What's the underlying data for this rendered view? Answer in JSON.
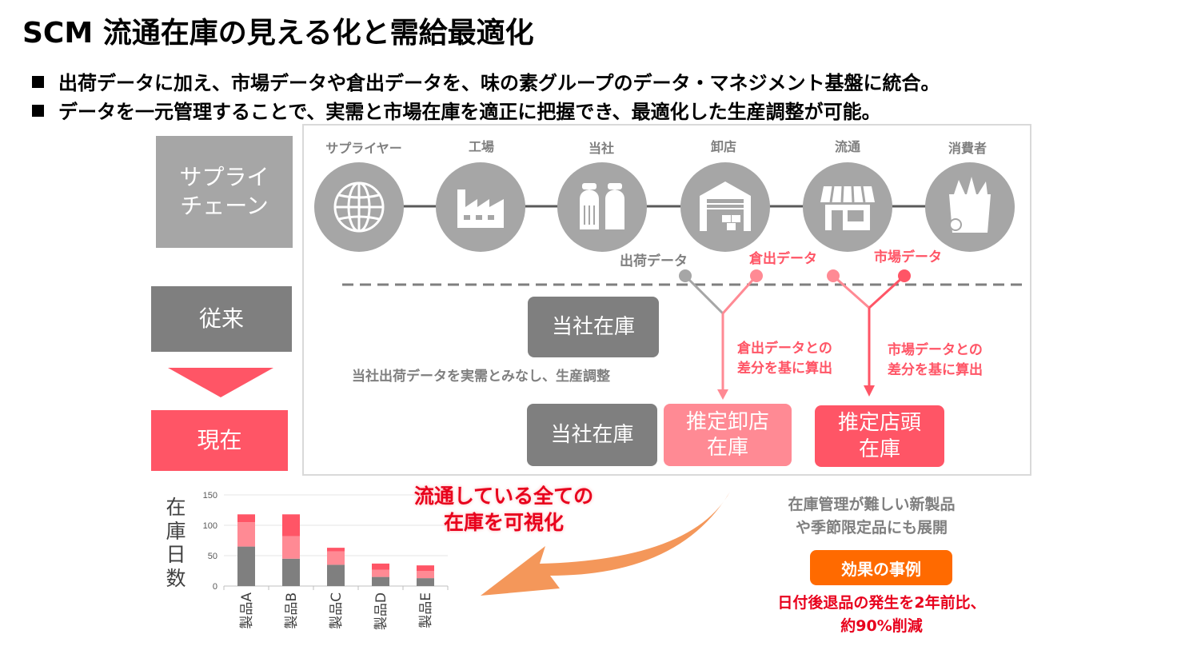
{
  "title": "SCM 流通在庫の見える化と需給最適化",
  "bullets": [
    "出荷データに加え、市場データや倉出データを、味の素グループのデータ・マネジメント基盤に統合。",
    "データを一元管理することで、実需と市場在庫を適正に把握でき、最適化した生産調整が可能。"
  ],
  "left_labels": {
    "supply_chain": "サプライ\nチェーン",
    "conventional": "従来",
    "current": "現在"
  },
  "stages": [
    {
      "label": "サプライヤー",
      "icon": "globe-icon"
    },
    {
      "label": "工場",
      "icon": "factory-icon"
    },
    {
      "label": "当社",
      "icon": "seasoning-bottles-icon"
    },
    {
      "label": "卸店",
      "icon": "warehouse-icon"
    },
    {
      "label": "流通",
      "icon": "store-icon"
    },
    {
      "label": "消費者",
      "icon": "shopping-bag-icon"
    }
  ],
  "data_labels": {
    "shipping": "出荷データ",
    "warehouse_out": "倉出データ",
    "market": "市場データ"
  },
  "conventional": {
    "inventory": "当社在庫",
    "note": "当社出荷データを実需とみなし、生産調整"
  },
  "diff_notes": {
    "warehouse": "倉出データとの\n差分を基に算出",
    "market": "市場データとの\n差分を基に算出"
  },
  "current": {
    "company_inventory": "当社在庫",
    "wholesale_inventory": "推定卸店\n在庫",
    "store_inventory": "推定店頭\n在庫"
  },
  "visualize_caption": "流通している全ての\n在庫を可視化",
  "expansion_note": "在庫管理が難しい新製品\nや季節限定品にも展開",
  "effect": {
    "badge": "効果の事例",
    "result": "日付後退品の発生を2年前比、\n約90%削減"
  },
  "colors": {
    "gray_dark": "#7f7f7f",
    "gray_light": "#a6a6a6",
    "pink": "#ff8a94",
    "red": "#ff5566",
    "orange": "#f4975a",
    "badge_orange": "#ff6a00",
    "caption_red": "#e8001c"
  },
  "chart_data": {
    "type": "bar",
    "stacked": true,
    "ylabel": "在庫日数",
    "ylim": [
      0,
      150
    ],
    "yticks": [
      "0",
      "50",
      "100",
      "150"
    ],
    "categories": [
      "製品A",
      "製品B",
      "製品C",
      "製品D",
      "製品E"
    ],
    "series": [
      {
        "values": [
          65,
          45,
          35,
          15,
          13
        ],
        "color": "#7f7f7f"
      },
      {
        "values": [
          40,
          37,
          22,
          12,
          12
        ],
        "color": "#ff8a94"
      },
      {
        "values": [
          13,
          36,
          6,
          10,
          9
        ],
        "color": "#ff5566"
      }
    ]
  }
}
